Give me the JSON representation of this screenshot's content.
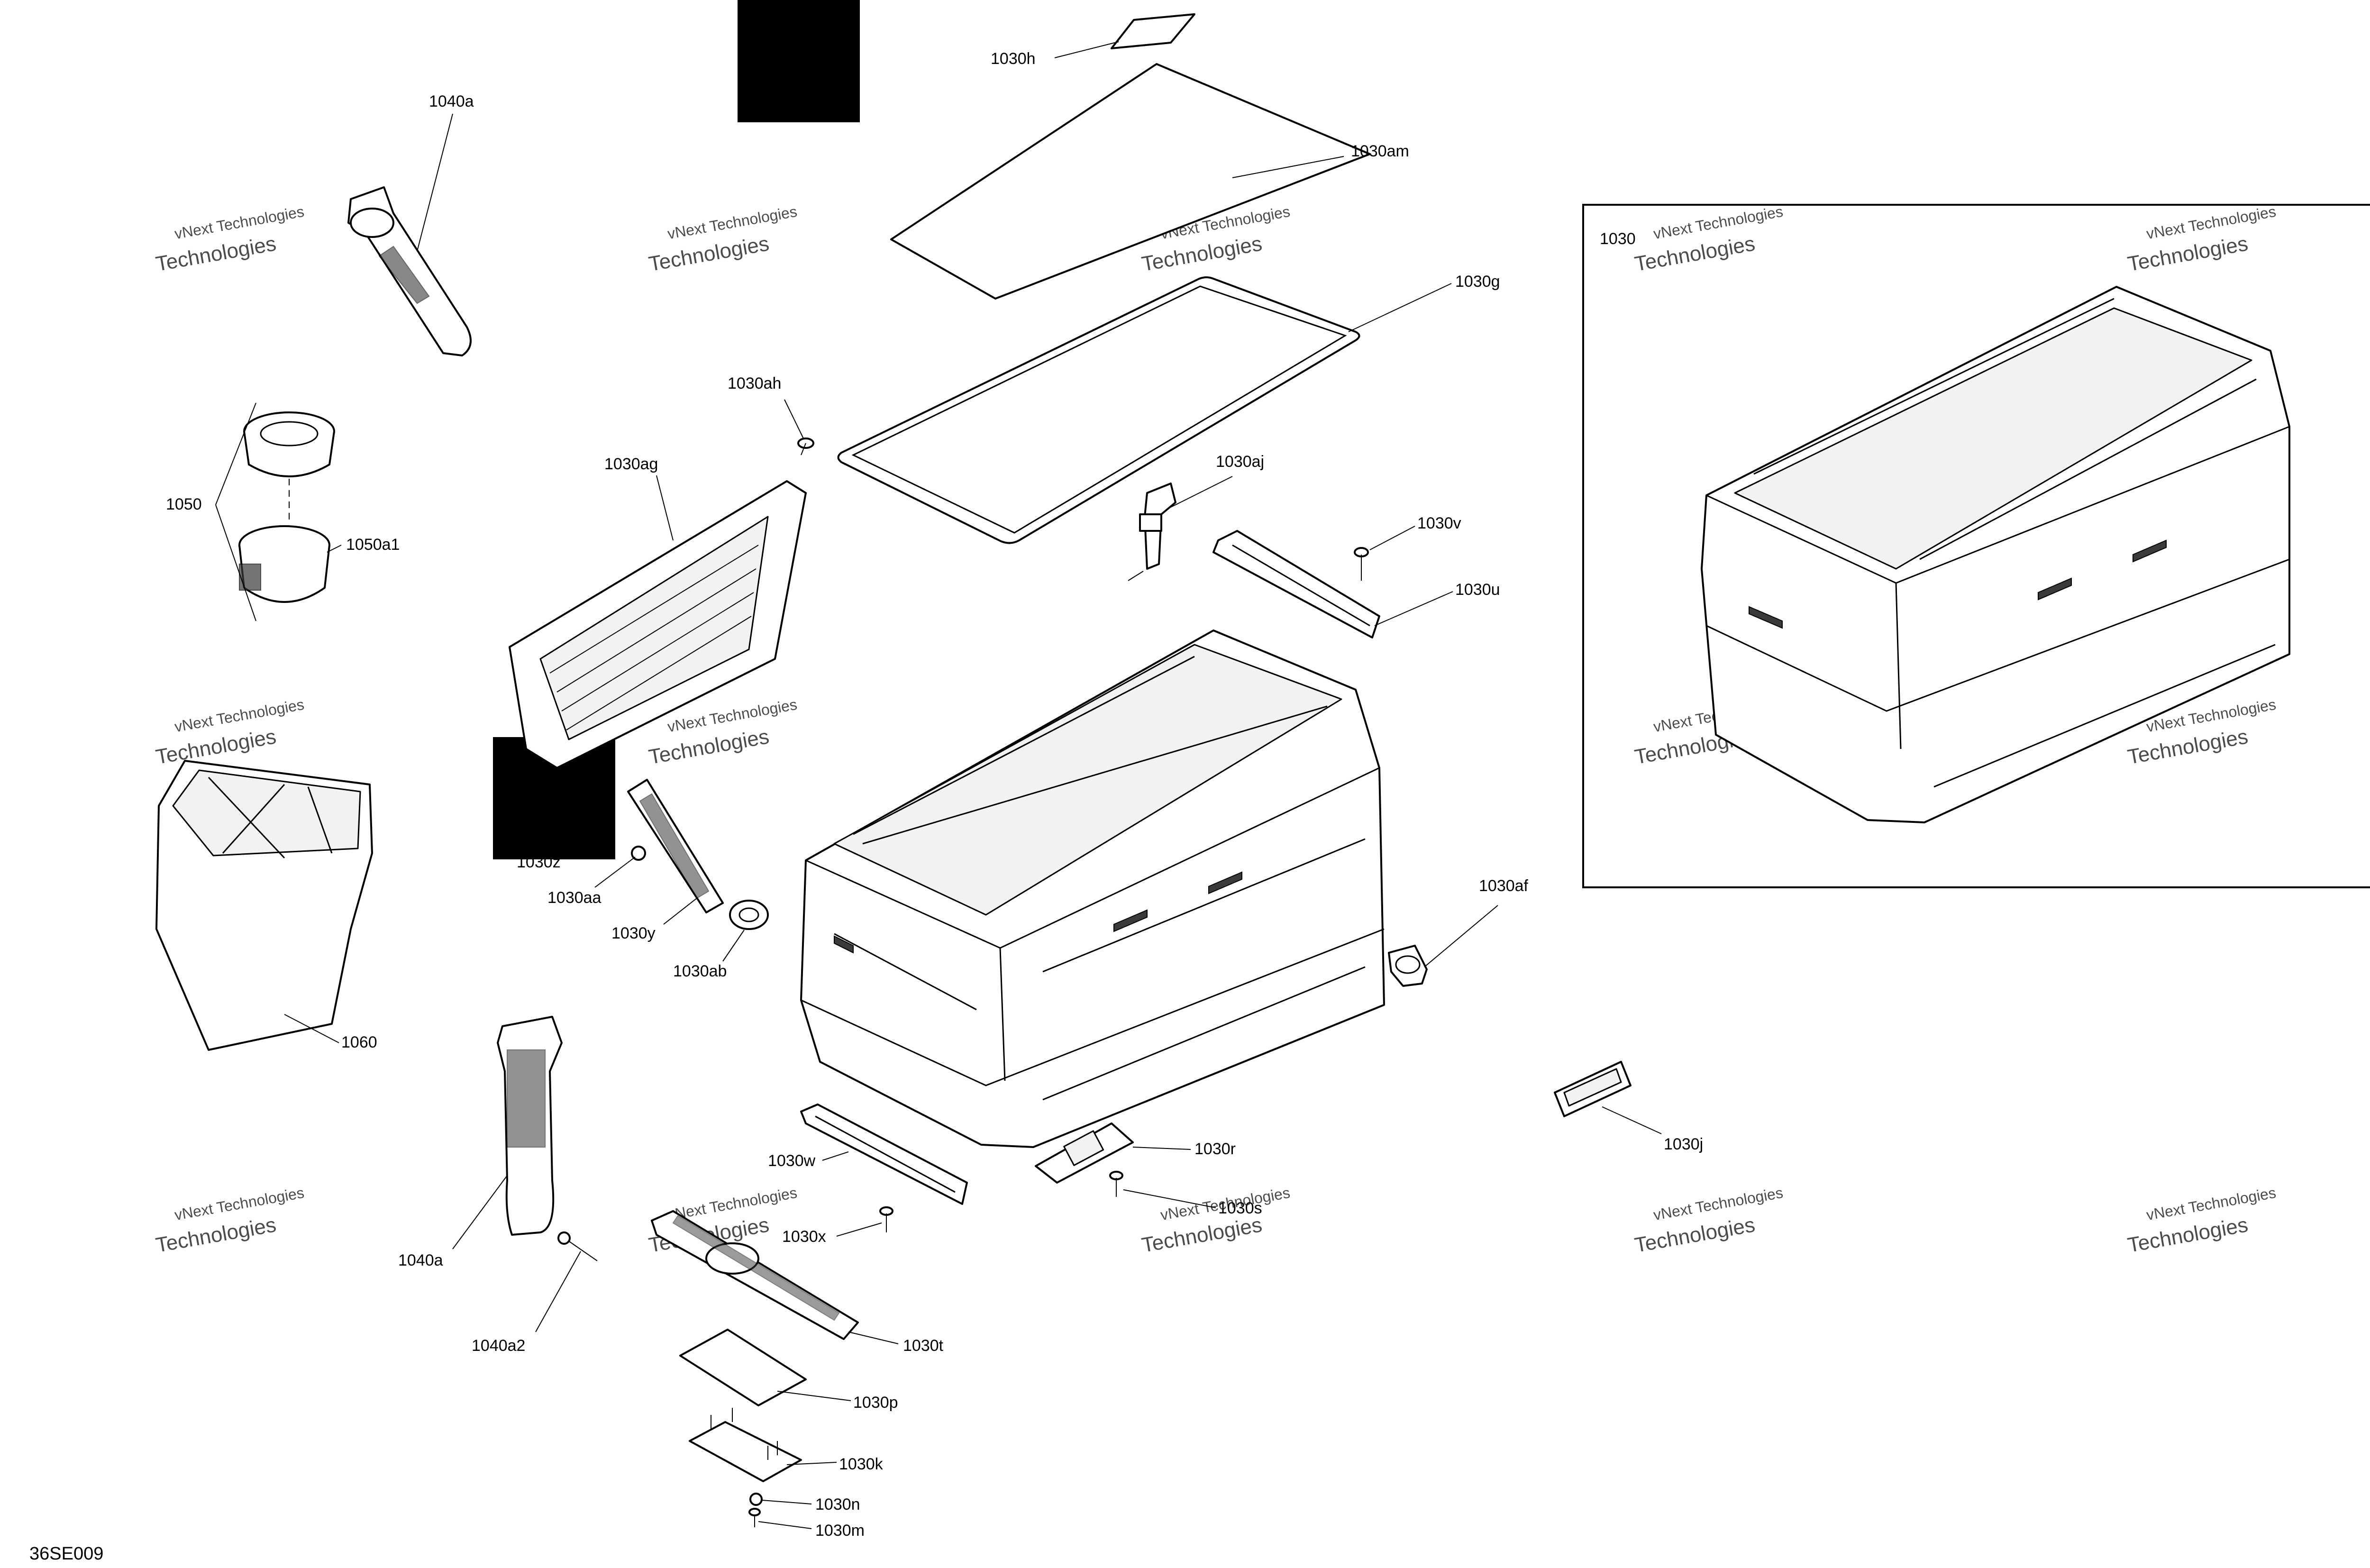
{
  "diagram": {
    "reference_code": "36SE009",
    "inset_label": "1030",
    "watermark_line1": "vNext Technologies",
    "watermark_line2": "Technologies",
    "callouts": {
      "c1030h": "1030h",
      "c1030am": "1030am",
      "c1030g": "1030g",
      "c1040a_top": "1040a",
      "c1050": "1050",
      "c1050a1": "1050a1",
      "c1030ah": "1030ah",
      "c1030ag": "1030ag",
      "c1030aj": "1030aj",
      "c1030v": "1030v",
      "c1030u": "1030u",
      "c1060": "1060",
      "c1030z": "1030z",
      "c1030aa": "1030aa",
      "c1030y": "1030y",
      "c1030ab": "1030ab",
      "c1030af": "1030af",
      "c1030j": "1030j",
      "c1030w": "1030w",
      "c1030r": "1030r",
      "c1030s": "1030s",
      "c1030x": "1030x",
      "c1040a_bottom": "1040a",
      "c1040a2": "1040a2",
      "c1030t": "1030t",
      "c1030p": "1030p",
      "c1030k": "1030k",
      "c1030n": "1030n",
      "c1030m": "1030m"
    }
  }
}
